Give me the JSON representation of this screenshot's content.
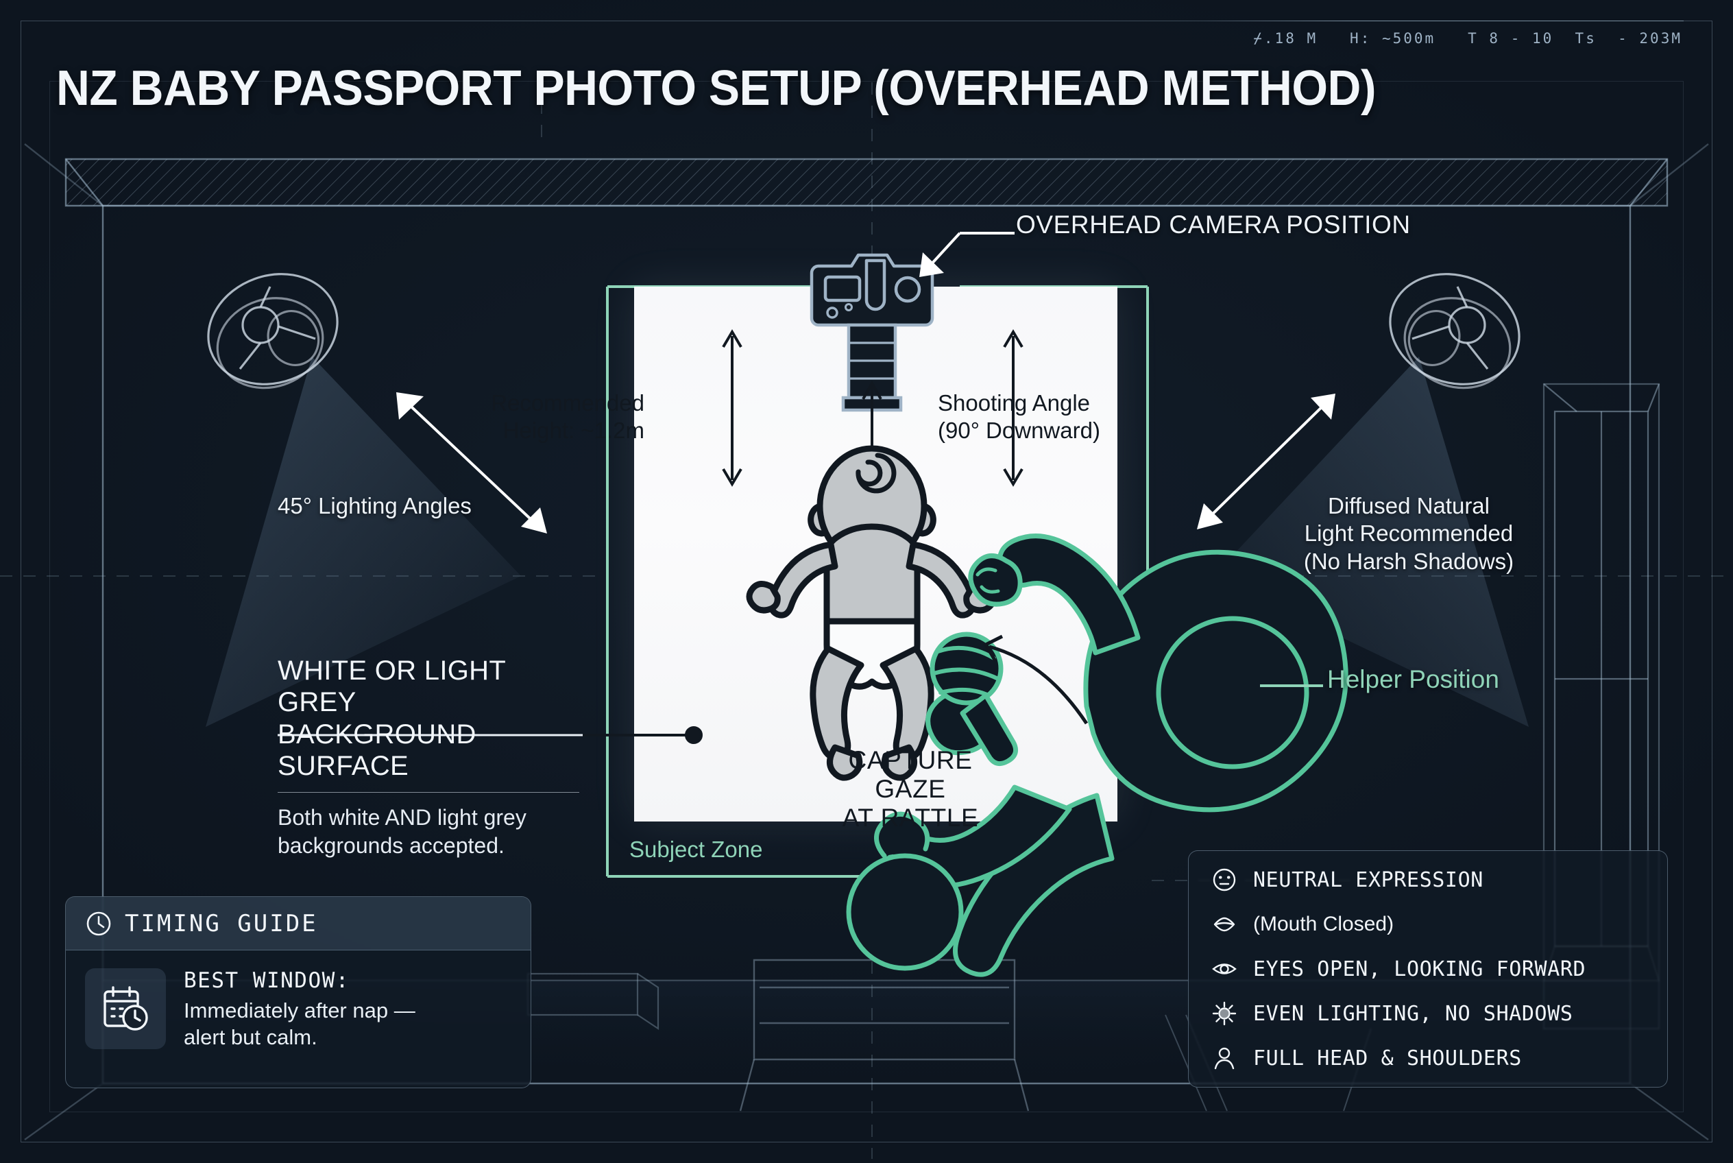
{
  "meta_strip": "⌿.18 M   H: ~500m   T 8 - 10  Ts  - 203M",
  "title": "NZ BABY PASSPORT PHOTO SETUP (OVERHEAD METHOD)",
  "annotations": {
    "overhead_camera": "OVERHEAD CAMERA POSITION",
    "recommended_height_l1": "Recommended",
    "recommended_height_l2": "Height: ~1.2m",
    "shooting_angle_l1": "Shooting Angle",
    "shooting_angle_l2": "(90° Downward)",
    "lighting_angles": "45° Lighting Angles",
    "diffused_l1": "Diffused Natural",
    "diffused_l2": "Light Recommended",
    "diffused_l3": "(No Harsh Shadows)",
    "capture_gaze_l1": "CAPTURE GAZE",
    "capture_gaze_l2": "AT RATTLE",
    "helper_position": "Helper Position",
    "subject_zone": "Subject Zone"
  },
  "background_note": {
    "heading_l1": "WHITE OR LIGHT GREY",
    "heading_l2": "BACKGROUND SURFACE",
    "body_l1": "Both white AND light grey",
    "body_l2": "backgrounds accepted."
  },
  "timing_guide": {
    "header": "TIMING GUIDE",
    "best_window_label": "BEST WINDOW:",
    "best_window_l1": "Immediately after nap —",
    "best_window_l2": "alert but calm."
  },
  "checklist": [
    {
      "icon": "neutral-face-icon",
      "label": "NEUTRAL EXPRESSION",
      "mixed": false
    },
    {
      "icon": "mouth-closed-icon",
      "label": "(Mouth Closed)",
      "mixed": true
    },
    {
      "icon": "eye-open-icon",
      "label": "EYES OPEN, LOOKING FORWARD",
      "mixed": false
    },
    {
      "icon": "sun-lighting-icon",
      "label": "EVEN LIGHTING, NO SHADOWS",
      "mixed": false
    },
    {
      "icon": "person-bust-icon",
      "label": "FULL HEAD & SHOULDERS",
      "mixed": false
    }
  ],
  "colors": {
    "background": "#0d151f",
    "accent_teal": "#8fd4b8",
    "line": "#aac3d7",
    "surface_white": "#f7f8fa",
    "baby_fill": "#c2c6c9"
  }
}
